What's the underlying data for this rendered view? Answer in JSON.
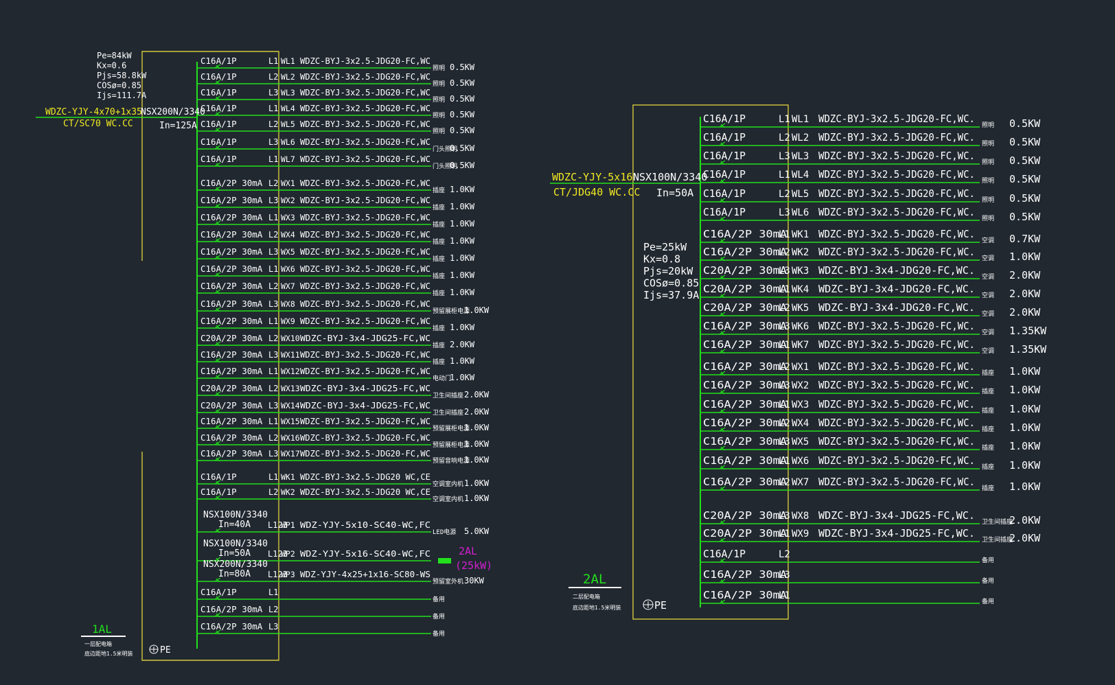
{
  "colors": {
    "background": "#212830",
    "bus": "#22e01b",
    "frame": "#d5c73c",
    "text": "#ffffff",
    "feeder_text": "#f2ea22",
    "highlight": "#d31fcf"
  },
  "panel_1al": {
    "name": "1AL",
    "caption": [
      "一层配电箱",
      "底边距地1.5米明装"
    ],
    "params": [
      "Pe=84kW",
      "Kx=0.6",
      "Pjs=58.8kW",
      "COSø=0.85",
      "Ijs=111.7A"
    ],
    "incomer": {
      "cable": "WDZC-YJY-4x70+1x35",
      "conduit": "CT/SC70 WC.CC",
      "breaker": "NSX200N/3340",
      "rating": "In=125A"
    },
    "pe": "PE",
    "circuits": [
      {
        "br": "C16A/1P",
        "ph": "L1",
        "id": "WL1",
        "cable": "WDZC-BYJ-3x2.5-JDG20-FC,WC",
        "load": "照明",
        "kw": "0.5KW"
      },
      {
        "br": "C16A/1P",
        "ph": "L2",
        "id": "WL2",
        "cable": "WDZC-BYJ-3x2.5-JDG20-FC,WC",
        "load": "照明",
        "kw": "0.5KW"
      },
      {
        "br": "C16A/1P",
        "ph": "L3",
        "id": "WL3",
        "cable": "WDZC-BYJ-3x2.5-JDG20-FC,WC",
        "load": "照明",
        "kw": "0.5KW"
      },
      {
        "br": "C16A/1P",
        "ph": "L1",
        "id": "WL4",
        "cable": "WDZC-BYJ-3x2.5-JDG20-FC,WC",
        "load": "照明",
        "kw": "0.5KW"
      },
      {
        "br": "C16A/1P",
        "ph": "L2",
        "id": "WL5",
        "cable": "WDZC-BYJ-3x2.5-JDG20-FC,WC",
        "load": "照明",
        "kw": "0.5KW"
      },
      {
        "br": "C16A/1P",
        "ph": "L3",
        "id": "WL6",
        "cable": "WDZC-BYJ-3x2.5-JDG20-FC,WC",
        "load": "门头照明",
        "kw": "0.5KW"
      },
      {
        "br": "C16A/1P",
        "ph": "L1",
        "id": "WL7",
        "cable": "WDZC-BYJ-3x2.5-JDG20-FC,WC",
        "load": "门头照明",
        "kw": "0.5KW"
      },
      {
        "br": "C16A/2P 30mA",
        "ph": "L2",
        "id": "WX1",
        "cable": "WDZC-BYJ-3x2.5-JDG20-FC,WC",
        "load": "插座",
        "kw": "1.0KW"
      },
      {
        "br": "C16A/2P 30mA",
        "ph": "L3",
        "id": "WX2",
        "cable": "WDZC-BYJ-3x2.5-JDG20-FC,WC",
        "load": "插座",
        "kw": "1.0KW"
      },
      {
        "br": "C16A/2P 30mA",
        "ph": "L1",
        "id": "WX3",
        "cable": "WDZC-BYJ-3x2.5-JDG20-FC,WC",
        "load": "插座",
        "kw": "1.0KW"
      },
      {
        "br": "C16A/2P 30mA",
        "ph": "L2",
        "id": "WX4",
        "cable": "WDZC-BYJ-3x2.5-JDG20-FC,WC",
        "load": "插座",
        "kw": "1.0KW"
      },
      {
        "br": "C16A/2P 30mA",
        "ph": "L3",
        "id": "WX5",
        "cable": "WDZC-BYJ-3x2.5-JDG20-FC,WC",
        "load": "插座",
        "kw": "1.0KW"
      },
      {
        "br": "C16A/2P 30mA",
        "ph": "L1",
        "id": "WX6",
        "cable": "WDZC-BYJ-3x2.5-JDG20-FC,WC",
        "load": "插座",
        "kw": "1.0KW"
      },
      {
        "br": "C16A/2P 30mA",
        "ph": "L2",
        "id": "WX7",
        "cable": "WDZC-BYJ-3x2.5-JDG20-FC,WC",
        "load": "插座",
        "kw": "1.0KW"
      },
      {
        "br": "C16A/2P 30mA",
        "ph": "L3",
        "id": "WX8",
        "cable": "WDZC-BYJ-3x2.5-JDG20-FC,WC",
        "load": "预留展柜电源",
        "kw": "1.0KW"
      },
      {
        "br": "C16A/2P 30mA",
        "ph": "L1",
        "id": "WX9",
        "cable": "WDZC-BYJ-3x2.5-JDG20-FC,WC",
        "load": "插座",
        "kw": "1.0KW"
      },
      {
        "br": "C20A/2P 30mA",
        "ph": "L2",
        "id": "WX10",
        "cable": "WDZC-BYJ-3x4-JDG25-FC,WC",
        "load": "插座",
        "kw": "2.0KW"
      },
      {
        "br": "C16A/2P 30mA",
        "ph": "L3",
        "id": "WX11",
        "cable": "WDZC-BYJ-3x2.5-JDG20-FC,WC",
        "load": "插座",
        "kw": "1.0KW"
      },
      {
        "br": "C16A/2P 30mA",
        "ph": "L1",
        "id": "WX12",
        "cable": "WDZC-BYJ-3x2.5-JDG20-FC,WC",
        "load": "电动门",
        "kw": "1.0KW"
      },
      {
        "br": "C20A/2P 30mA",
        "ph": "L2",
        "id": "WX13",
        "cable": "WDZC-BYJ-3x4-JDG25-FC,WC",
        "load": "卫生间插座",
        "kw": "2.0KW"
      },
      {
        "br": "C20A/2P 30mA",
        "ph": "L3",
        "id": "WX14",
        "cable": "WDZC-BYJ-3x4-JDG25-FC,WC",
        "load": "卫生间插座",
        "kw": "2.0KW"
      },
      {
        "br": "C16A/2P 30mA",
        "ph": "L1",
        "id": "WX15",
        "cable": "WDZC-BYJ-3x2.5-JDG20-FC,WC",
        "load": "预留展柜电源",
        "kw": "1.0KW"
      },
      {
        "br": "C16A/2P 30mA",
        "ph": "L2",
        "id": "WX16",
        "cable": "WDZC-BYJ-3x2.5-JDG20-FC,WC",
        "load": "预留展柜电源",
        "kw": "1.0KW"
      },
      {
        "br": "C16A/2P 30mA",
        "ph": "L3",
        "id": "WX17",
        "cable": "WDZC-BYJ-3x2.5-JDG20-FC,WC",
        "load": "预留音响电源",
        "kw": "1.0KW"
      },
      {
        "br": "C16A/1P",
        "ph": "L1",
        "id": "WK1",
        "cable": "WDZC-BYJ-3x2.5-JDG20 WC,CE",
        "load": "空调室内机",
        "kw": "1.0KW"
      },
      {
        "br": "C16A/1P",
        "ph": "L2",
        "id": "WK2",
        "cable": "WDZC-BYJ-3x2.5-JDG20 WC,CE",
        "load": "空调室内机",
        "kw": "1.0KW"
      },
      {
        "br": "NSX100N/3340",
        "rating": "In=40A",
        "ph": "L123",
        "id": "WP1",
        "cable": "WDZ-YJY-5x10-SC40-WC,FC",
        "load": "LED电源",
        "kw": "5.0KW"
      },
      {
        "br": "NSX100N/3340",
        "rating": "In=50A",
        "ph": "L123",
        "id": "WP2",
        "cable": "WDZ-YJY-5x16-SC40-WC,FC",
        "load": "",
        "kw": ""
      },
      {
        "br": "NSX200N/3340",
        "rating": "In=80A",
        "ph": "L123",
        "id": "WP3",
        "cable": "WDZ-YJY-4x25+1x16-SC80-WS",
        "load": "预留室外机",
        "kw": "30KW"
      },
      {
        "br": "C16A/1P",
        "ph": "L1",
        "id": "",
        "cable": "",
        "load": "备用",
        "kw": ""
      },
      {
        "br": "C16A/2P 30mA",
        "ph": "L2",
        "id": "",
        "cable": "",
        "load": "备用",
        "kw": ""
      },
      {
        "br": "C16A/2P 30mA",
        "ph": "L3",
        "id": "",
        "cable": "",
        "load": "备用",
        "kw": ""
      }
    ],
    "wp2_target": {
      "name": "2AL",
      "power": "(25kW)"
    }
  },
  "panel_2al": {
    "name": "2AL",
    "caption": [
      "二层配电箱",
      "底边距地1.5米明装"
    ],
    "params": [
      "Pe=25kW",
      "Kx=0.8",
      "Pjs=20kW",
      "COSø=0.85",
      "Ijs=37.9A"
    ],
    "incomer": {
      "cable": "WDZC-YJY-5x16",
      "conduit": "CT/JDG40 WC.CC",
      "breaker": "NSX100N/3340",
      "rating": "In=50A"
    },
    "pe": "PE",
    "circuits": [
      {
        "br": "C16A/1P",
        "ph": "L1",
        "id": "WL1",
        "cable": "WDZC-BYJ-3x2.5-JDG20-FC,WC.",
        "load": "照明",
        "kw": "0.5KW"
      },
      {
        "br": "C16A/1P",
        "ph": "L2",
        "id": "WL2",
        "cable": "WDZC-BYJ-3x2.5-JDG20-FC,WC.",
        "load": "照明",
        "kw": "0.5KW"
      },
      {
        "br": "C16A/1P",
        "ph": "L3",
        "id": "WL3",
        "cable": "WDZC-BYJ-3x2.5-JDG20-FC,WC.",
        "load": "照明",
        "kw": "0.5KW"
      },
      {
        "br": "C16A/1P",
        "ph": "L1",
        "id": "WL4",
        "cable": "WDZC-BYJ-3x2.5-JDG20-FC,WC.",
        "load": "照明",
        "kw": "0.5KW"
      },
      {
        "br": "C16A/1P",
        "ph": "L2",
        "id": "WL5",
        "cable": "WDZC-BYJ-3x2.5-JDG20-FC,WC.",
        "load": "照明",
        "kw": "0.5KW"
      },
      {
        "br": "C16A/1P",
        "ph": "L3",
        "id": "WL6",
        "cable": "WDZC-BYJ-3x2.5-JDG20-FC,WC.",
        "load": "照明",
        "kw": "0.5KW"
      },
      {
        "br": "C16A/2P 30mA",
        "ph": "L1",
        "id": "WK1",
        "cable": "WDZC-BYJ-3x2.5-JDG20-FC,WC.",
        "load": "空调",
        "kw": "0.7KW"
      },
      {
        "br": "C16A/2P 30mA",
        "ph": "L2",
        "id": "WK2",
        "cable": "WDZC-BYJ-3x2.5-JDG20-FC,WC.",
        "load": "空调",
        "kw": "1.0KW"
      },
      {
        "br": "C20A/2P 30mA",
        "ph": "L3",
        "id": "WK3",
        "cable": "WDZC-BYJ-3x4-JDG20-FC,WC.",
        "load": "空调",
        "kw": "2.0KW"
      },
      {
        "br": "C20A/2P 30mA",
        "ph": "L1",
        "id": "WK4",
        "cable": "WDZC-BYJ-3x4-JDG20-FC,WC.",
        "load": "空调",
        "kw": "2.0KW"
      },
      {
        "br": "C20A/2P 30mA",
        "ph": "L2",
        "id": "WK5",
        "cable": "WDZC-BYJ-3x4-JDG20-FC,WC.",
        "load": "空调",
        "kw": "2.0KW"
      },
      {
        "br": "C16A/2P 30mA",
        "ph": "L3",
        "id": "WK6",
        "cable": "WDZC-BYJ-3x2.5-JDG20-FC,WC.",
        "load": "空调",
        "kw": "1.35KW"
      },
      {
        "br": "C16A/2P 30mA",
        "ph": "L1",
        "id": "WK7",
        "cable": "WDZC-BYJ-3x2.5-JDG20-FC,WC.",
        "load": "空调",
        "kw": "1.35KW"
      },
      {
        "br": "C16A/2P 30mA",
        "ph": "L2",
        "id": "WX1",
        "cable": "WDZC-BYJ-3x2.5-JDG20-FC,WC.",
        "load": "插座",
        "kw": "1.0KW"
      },
      {
        "br": "C16A/2P 30mA",
        "ph": "L3",
        "id": "WX2",
        "cable": "WDZC-BYJ-3x2.5-JDG20-FC,WC.",
        "load": "插座",
        "kw": "1.0KW"
      },
      {
        "br": "C16A/2P 30mA",
        "ph": "L1",
        "id": "WX3",
        "cable": "WDZC-BYJ-3x2.5-JDG20-FC,WC.",
        "load": "插座",
        "kw": "1.0KW"
      },
      {
        "br": "C16A/2P 30mA",
        "ph": "L2",
        "id": "WX4",
        "cable": "WDZC-BYJ-3x2.5-JDG20-FC,WC.",
        "load": "插座",
        "kw": "1.0KW"
      },
      {
        "br": "C16A/2P 30mA",
        "ph": "L3",
        "id": "WX5",
        "cable": "WDZC-BYJ-3x2.5-JDG20-FC,WC.",
        "load": "插座",
        "kw": "1.0KW"
      },
      {
        "br": "C16A/2P 30mA",
        "ph": "L1",
        "id": "WX6",
        "cable": "WDZC-BYJ-3x2.5-JDG20-FC,WC.",
        "load": "插座",
        "kw": "1.0KW"
      },
      {
        "br": "C16A/2P 30mA",
        "ph": "L2",
        "id": "WX7",
        "cable": "WDZC-BYJ-3x2.5-JDG20-FC,WC.",
        "load": "插座",
        "kw": "1.0KW"
      },
      {
        "br": "C20A/2P 30mA",
        "ph": "L3",
        "id": "WX8",
        "cable": "WDZC-BYJ-3x4-JDG25-FC,WC.",
        "load": "卫生间插座",
        "kw": "2.0KW"
      },
      {
        "br": "C20A/2P 30mA",
        "ph": "L1",
        "id": "WX9",
        "cable": "WDZC-BYJ-3x4-JDG25-FC,WC.",
        "load": "卫生间插座",
        "kw": "2.0KW"
      },
      {
        "br": "C16A/1P",
        "ph": "L2",
        "id": "",
        "cable": "",
        "load": "备用",
        "kw": ""
      },
      {
        "br": "C16A/2P 30mA",
        "ph": "L3",
        "id": "",
        "cable": "",
        "load": "备用",
        "kw": ""
      },
      {
        "br": "C16A/2P 30mA",
        "ph": "L1",
        "id": "",
        "cable": "",
        "load": "备用",
        "kw": ""
      }
    ]
  }
}
